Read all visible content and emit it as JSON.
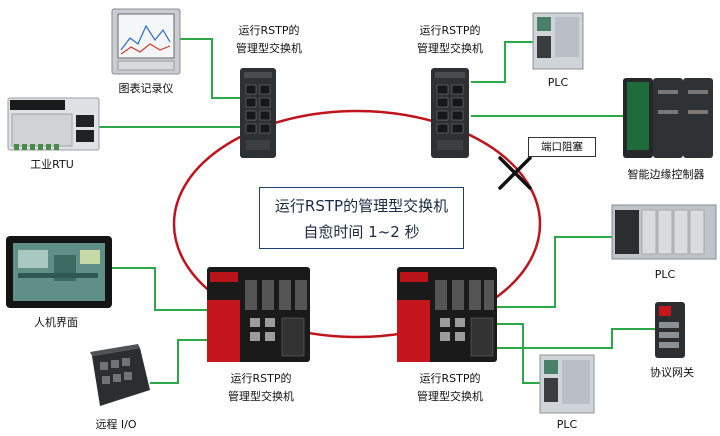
{
  "switches": {
    "top_left": [
      "运行RSTP的",
      "管理型交换机"
    ],
    "top_right": [
      "运行RSTP的",
      "管理型交换机"
    ],
    "bottom_left": [
      "运行RSTP的",
      "管理型交换机"
    ],
    "bottom_right": [
      "运行RSTP的",
      "管理型交换机"
    ]
  },
  "center": {
    "line1": "运行RSTP的管理型交换机",
    "line2": "自愈时间 1~2 秒"
  },
  "port_blocked": "端口阻塞",
  "devices": {
    "recorder": "图表记录仪",
    "rtu": "工业RTU",
    "hmi": "人机界面",
    "remote_io": "远程 I/O",
    "plc_top": "PLC",
    "edge_controller": "智能边缘控制器",
    "plc_right": "PLC",
    "gateway": "协议网关",
    "plc_bottom": "PLC"
  },
  "colors": {
    "ring": "#c0141c",
    "link": "#2aa84a",
    "box_border": "#1d3f6b"
  }
}
